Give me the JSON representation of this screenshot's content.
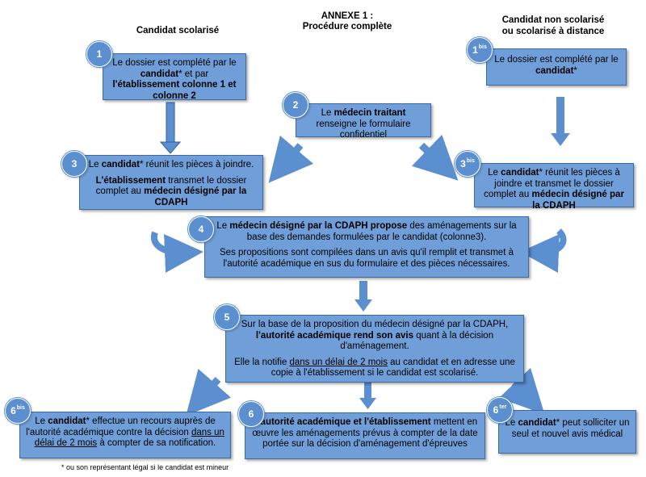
{
  "title": {
    "line1": "ANNEXE 1 :",
    "line2": "Procédure complète"
  },
  "col_left": "Candidat scolarisé",
  "col_right": {
    "line1": "Candidat non scolarisé",
    "line2": "ou scolarisé à distance"
  },
  "steps": {
    "s1": {
      "badge": "1",
      "t1": "Le dossier est complété par le ",
      "b1": "candidat",
      "t2": "* et par ",
      "b2": "l'établissement colonne 1 et colonne 2"
    },
    "s1bis": {
      "badge": "1",
      "sup": "bis",
      "t1": "Le dossier est complété par le ",
      "b1": "candidat",
      "t2": "*"
    },
    "s2": {
      "badge": "2",
      "t1": "Le ",
      "b1": "médecin traitant",
      "t2": " renseigne le formulaire confidentiel"
    },
    "s3": {
      "badge": "3",
      "p1_t1": "Le ",
      "p1_b1": "candidat",
      "p1_t2": "* réunit les pièces à joindre.",
      "p2_b1": "L'établissement",
      "p2_t1": " transmet le dossier complet au ",
      "p2_b2": "médecin désigné par la CDAPH"
    },
    "s3bis": {
      "badge": "3",
      "sup": "bis",
      "t1": "Le ",
      "b1": "candidat",
      "t2": "* réunit les pièces à joindre et transmet le dossier complet au ",
      "b2": "médecin désigné par la CDAPH"
    },
    "s4": {
      "badge": "4",
      "p1_t1": "Le ",
      "p1_b1": "médecin désigné par la CDAPH propose",
      "p1_t2": " des aménagements sur la base des demandes formulées par le candidat (colonne3).",
      "p2": "Ses propositions sont compilées dans un avis qu'il remplit et transmet à l'autorité académique en sus du formulaire et des pièces nécessaires."
    },
    "s5": {
      "badge": "5",
      "p1_t1": "Sur la base de la proposition du médecin désigné par la CDAPH, ",
      "p1_b1": "l'autorité académique rend son avis",
      "p1_t2": " quant à la décision d'aménagement.",
      "p2_t1": "Elle la notifie ",
      "p2_u1": "dans un délai de 2 mois",
      "p2_t2": " au candidat et en adresse une copie à l'établissement si le candidat est scolarisé."
    },
    "s6bis": {
      "badge": "6",
      "sup": "bis",
      "t1": "Le ",
      "b1": "candidat",
      "t2": "* effectue un recours auprès de l'autorité académique contre la décision ",
      "u1": "dans un délai de 2 mois",
      "t3": " à compter de sa notification."
    },
    "s6": {
      "badge": "6",
      "b1": "L'autorité académique et l'établissement",
      "t1": " mettent en œuvre les aménagements prévus à compter de la date portée sur la décision d'aménagement d'épreuves"
    },
    "s6ter": {
      "badge": "6",
      "sup": "ter",
      "t1": "Le ",
      "b1": "candidat",
      "t2": "* peut solliciter un seul et nouvel avis médical"
    }
  },
  "footnote": "* ou son représentant légal si le candidat est mineur",
  "colors": {
    "box": "#6f9ed8",
    "box_border": "#3b6aa3",
    "badge": "#5b8fd0",
    "arrow": "#5b8fd0"
  }
}
